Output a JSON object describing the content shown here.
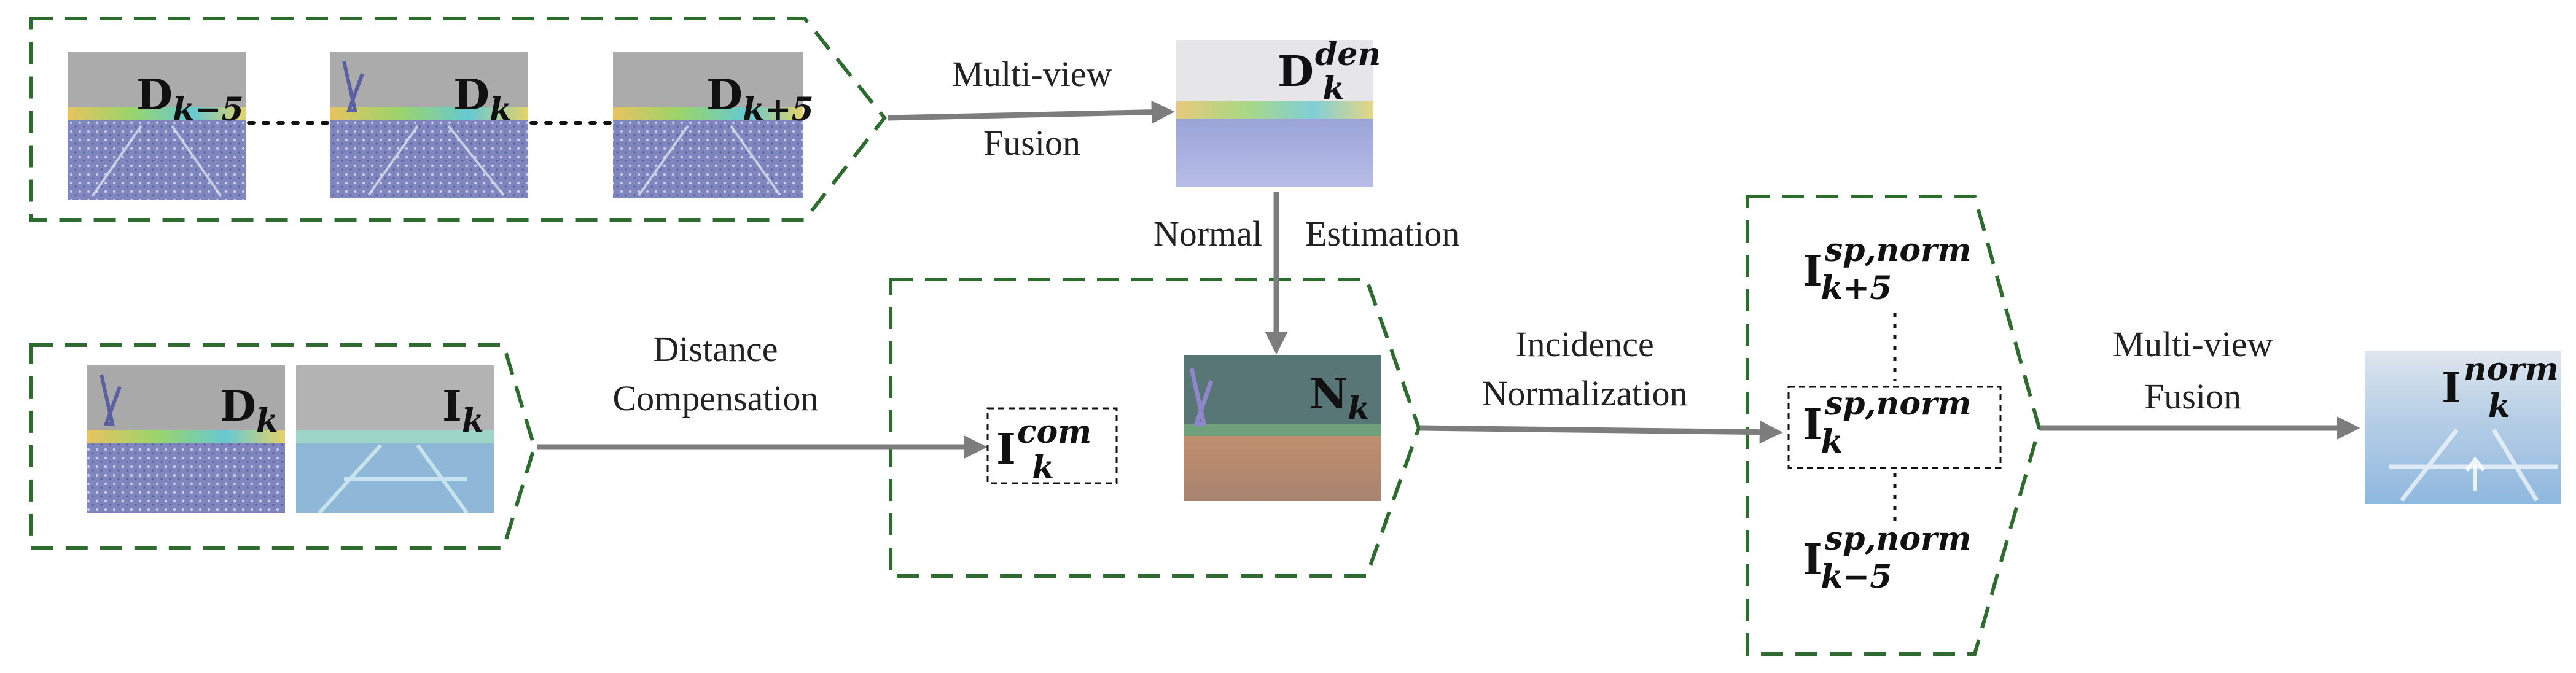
{
  "labels": {
    "multiview_fusion_top_1": "Multi-view",
    "multiview_fusion_top_2": "Fusion",
    "normal": "Normal",
    "estimation": "Estimation",
    "distance_1": "Distance",
    "distance_2": "Compensation",
    "incidence_1": "Incidence",
    "incidence_2": "Normalization",
    "multiview_fusion_right_1": "Multi-view",
    "multiview_fusion_right_2": "Fusion"
  },
  "math": {
    "D": "D",
    "I": "I",
    "N": "N",
    "k": "k",
    "k_minus_5": "k−5",
    "k_plus_5": "k+5",
    "den": "den",
    "com": "com",
    "sp_norm": "sp,norm",
    "norm": "norm"
  },
  "colors": {
    "dashed_group": "#2e6b2e",
    "arrow": "#7d7d7d",
    "depth_sky": "#a9a9a9",
    "depth_ground": "#7880b8",
    "normal_sky": "#587676",
    "normal_ground": "#b07a66"
  }
}
